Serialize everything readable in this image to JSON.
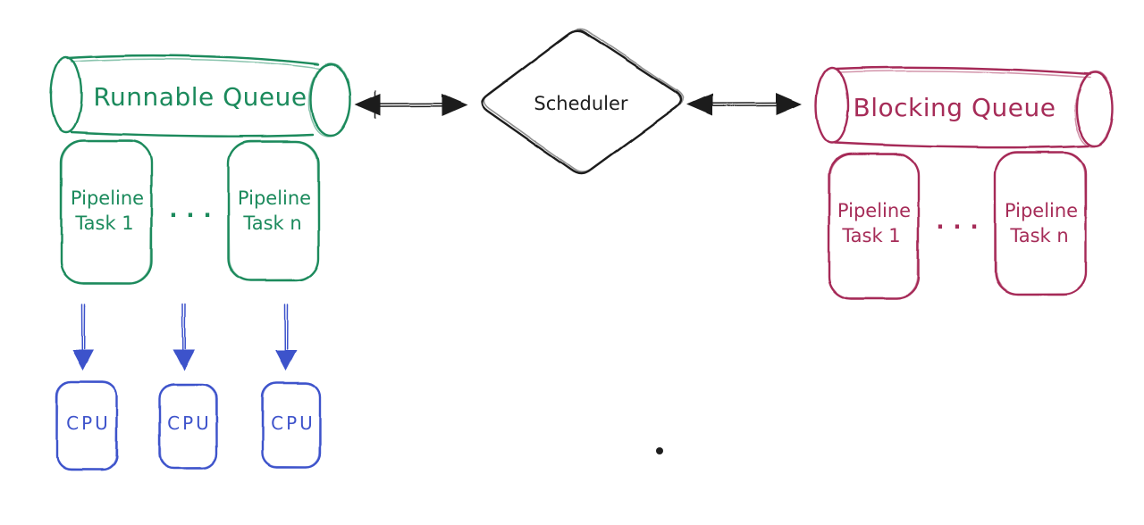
{
  "colors": {
    "green": "#1b8a5c",
    "crimson": "#a62c58",
    "blue": "#3e53cb",
    "ink": "#1e1e1e",
    "background": "#ffffff"
  },
  "runnable_queue": {
    "label": "Runnable Queue"
  },
  "scheduler": {
    "label": "Scheduler"
  },
  "blocking_queue": {
    "label": "Blocking Queue"
  },
  "runnable_tasks": {
    "first": {
      "line1": "Pipeline",
      "line2": "Task 1"
    },
    "ellipsis": "...",
    "last": {
      "line1": "Pipeline",
      "line2": "Task n"
    }
  },
  "blocking_tasks": {
    "first": {
      "line1": "Pipeline",
      "line2": "Task 1"
    },
    "ellipsis": "...",
    "last": {
      "line1": "Pipeline",
      "line2": "Task n"
    }
  },
  "cpus": {
    "labels": [
      "CPU",
      "CPU",
      "CPU"
    ]
  }
}
